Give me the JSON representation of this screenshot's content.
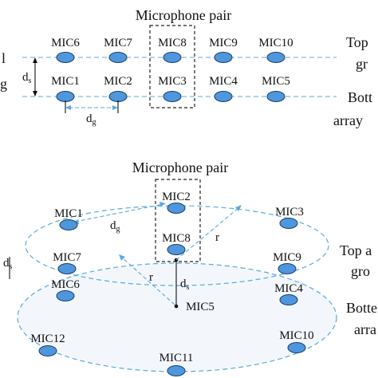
{
  "top_diagram": {
    "title": "Microphone pair",
    "top_row": [
      "MIC6",
      "MIC7",
      "MIC8",
      "MIC9",
      "MIC10"
    ],
    "bottom_row": [
      "MIC1",
      "MIC2",
      "MIC3",
      "MIC4",
      "MIC5"
    ],
    "dim_vertical": {
      "main": "d",
      "sub": "s"
    },
    "dim_horizontal": {
      "main": "d",
      "sub": "g"
    },
    "right_top_lines": [
      "Top",
      "gr"
    ],
    "right_bottom_lines": [
      "Bott",
      "array"
    ],
    "left_fragments": [
      "l",
      "g"
    ]
  },
  "bottom_diagram": {
    "title": "Microphone pair",
    "pair_labels": [
      "MIC2",
      "MIC8"
    ],
    "mic_labels": {
      "mic1": "MIC1",
      "mic3": "MIC3",
      "mic7": "MIC7",
      "mic9": "MIC9",
      "mic6": "MIC6",
      "mic4": "MIC4",
      "mic5": "MIC5",
      "mic12": "MIC12",
      "mic10": "MIC10",
      "mic11": "MIC11"
    },
    "dim_g": {
      "main": "d",
      "sub": "g"
    },
    "dim_s": {
      "main": "d",
      "sub": "s"
    },
    "left_dim": {
      "main": "d",
      "sub": "s"
    },
    "radius_label": "r",
    "right_top_lines": [
      "Top a",
      "gro"
    ],
    "right_bottom_lines": [
      "Botte",
      "arra"
    ]
  },
  "colors": {
    "accent": "#4f97dd",
    "dashed": "#5aa9dd",
    "text": "#111111"
  }
}
